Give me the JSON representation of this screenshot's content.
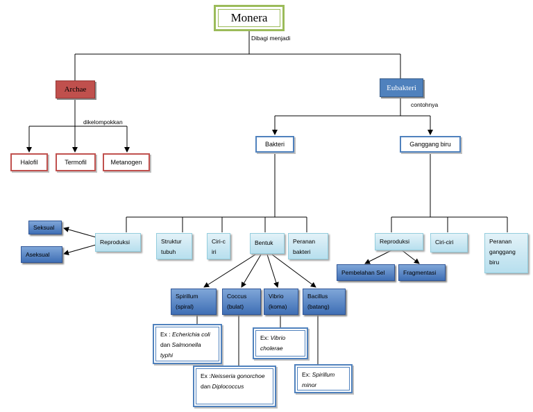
{
  "root": "Monera",
  "edge_labels": {
    "root": "Dibagi menjadi",
    "archae": "dikelompokkan",
    "eubakteri": "contohnya"
  },
  "archae": {
    "label": "Archae",
    "children": [
      "Halofil",
      "Termofil",
      "Metanogen"
    ]
  },
  "eubakteri": {
    "label": "Eubakteri",
    "children": [
      "Bakteri",
      "Ganggang biru"
    ]
  },
  "bakteri": {
    "children": [
      "Reproduksi",
      "Struktur tubuh",
      "Ciri-ciri",
      "Bentuk",
      "Peranan bakteri"
    ],
    "reproduksi": [
      "Seksual",
      "Aseksual"
    ],
    "bentuk": [
      "Spirillum (spiral)",
      "Coccus (bulat)",
      "Vibrio (koma)",
      "Bacillus (batang)"
    ]
  },
  "ganggang_biru": {
    "children": [
      "Reproduksi",
      "Ciri-ciri",
      "Peranan ganggang biru"
    ],
    "reproduksi": [
      "Pembelahan Sel",
      "Fragmentasi"
    ]
  },
  "examples": {
    "spirillum": {
      "prefix": "Ex : ",
      "name1": "Echerichia coli",
      "mid": " dan ",
      "name2": "Salmonella typhi"
    },
    "coccus": {
      "prefix": "Ex :",
      "name1": "Neisseria gonorchoe",
      "mid": " dan ",
      "name2": "Diplococcus"
    },
    "vibrio": {
      "prefix": "Ex: ",
      "name1": "Vibrio cholerae"
    },
    "bacillus": {
      "prefix": "Ex: ",
      "name1": "Spirillum minor"
    }
  },
  "colors": {
    "root_border": "#9bbb59",
    "archae": "#c0504d",
    "eubakteri": "#4f81bd",
    "light_fill": "#b7dfee",
    "dark_fill": "#4f81bd"
  }
}
